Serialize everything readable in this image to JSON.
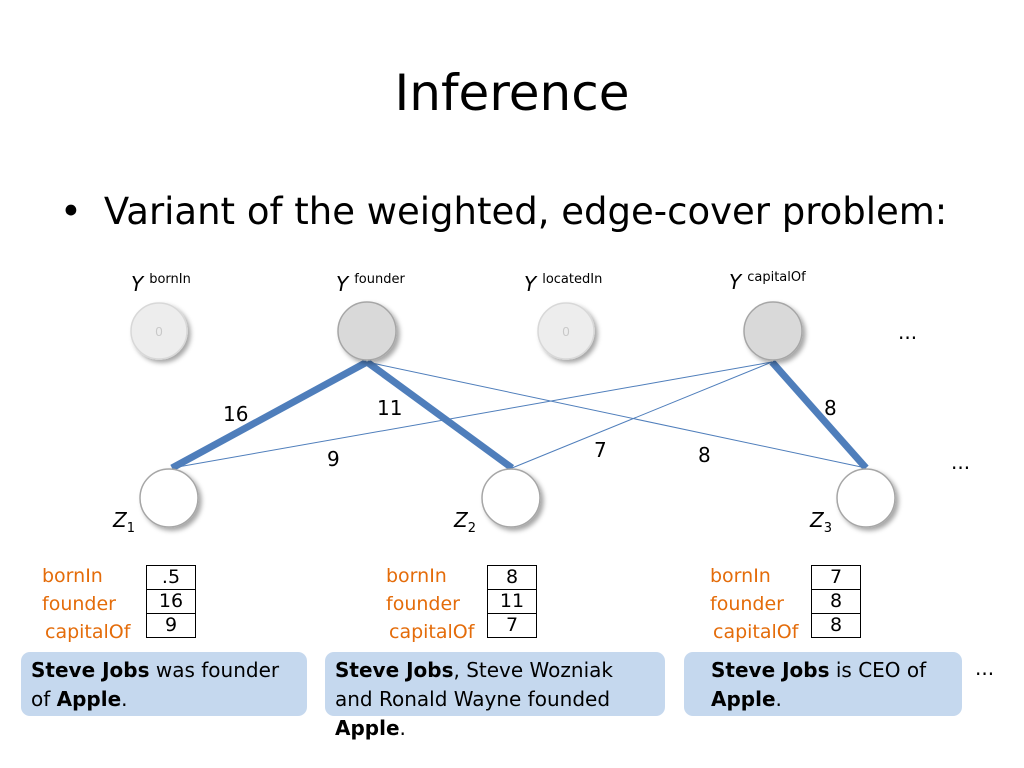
{
  "title": "Inference",
  "bullet": "Variant of the weighted, edge-cover problem:",
  "y_nodes": [
    {
      "symbol": "Y",
      "relation": "bornIn",
      "value": "0",
      "active": false
    },
    {
      "symbol": "Y",
      "relation": "founder",
      "value": "",
      "active": true
    },
    {
      "symbol": "Y",
      "relation": "locatedIn",
      "value": "0",
      "active": false
    },
    {
      "symbol": "Y",
      "relation": "capitalOf",
      "value": "",
      "active": true
    }
  ],
  "z_nodes": [
    {
      "symbol": "Z",
      "index": "1"
    },
    {
      "symbol": "Z",
      "index": "2"
    },
    {
      "symbol": "Z",
      "index": "3"
    }
  ],
  "edges": [
    {
      "from": "Y founder",
      "to": "Z1",
      "weight": "16",
      "selected": true
    },
    {
      "from": "Y founder",
      "to": "Z2",
      "weight": "11",
      "selected": true
    },
    {
      "from": "Y capitalOf",
      "to": "Z1",
      "weight": "9",
      "selected": false
    },
    {
      "from": "Y capitalOf",
      "to": "Z2",
      "weight": "7",
      "selected": false
    },
    {
      "from": "Y founder",
      "to": "Z3",
      "weight": "8",
      "selected": false
    },
    {
      "from": "Y capitalOf",
      "to": "Z3",
      "weight": "8",
      "selected": true
    }
  ],
  "ellipsis": "...",
  "tables": [
    {
      "features": [
        "bornIn",
        "founder",
        "capitalOf"
      ],
      "values": [
        ".5",
        "16",
        "9"
      ]
    },
    {
      "features": [
        "bornIn",
        "founder",
        "capitalOf"
      ],
      "values": [
        "8",
        "11",
        "7"
      ]
    },
    {
      "features": [
        "bornIn",
        "founder",
        "capitalOf"
      ],
      "values": [
        "7",
        "8",
        "8"
      ]
    }
  ],
  "sentences": [
    {
      "parts": [
        {
          "text": "Steve Jobs",
          "bold": true
        },
        {
          "text": " was founder of ",
          "bold": false
        },
        {
          "text": "Apple",
          "bold": true
        },
        {
          "text": ".",
          "bold": false
        }
      ]
    },
    {
      "parts": [
        {
          "text": "Steve Jobs",
          "bold": true
        },
        {
          "text": ", Steve Wozniak and Ronald Wayne founded ",
          "bold": false
        },
        {
          "text": "Apple",
          "bold": true
        },
        {
          "text": ".",
          "bold": false
        }
      ]
    },
    {
      "parts": [
        {
          "text": "Steve Jobs",
          "bold": true
        },
        {
          "text": " is CEO of ",
          "bold": false
        },
        {
          "text": "Apple",
          "bold": true
        },
        {
          "text": ".",
          "bold": false
        }
      ]
    }
  ],
  "colors": {
    "selected_edge": "#4F7EBB",
    "thin_edge": "#4F7EBB",
    "feature_text": "#E46C0A",
    "sentence_bg": "#C5D8EE",
    "node_active": "#D9D9D9",
    "node_inactive": "#EDEDED"
  }
}
